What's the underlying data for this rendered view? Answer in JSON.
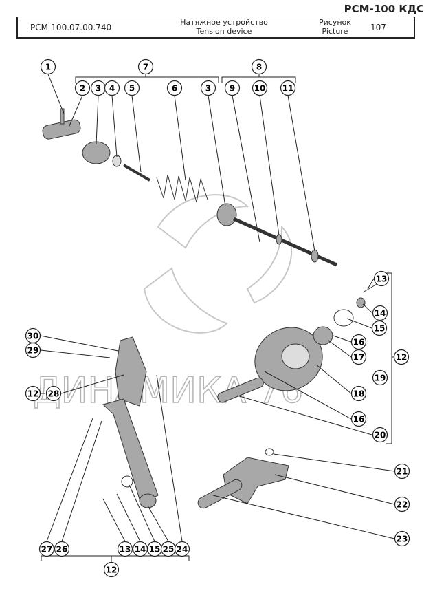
{
  "header": {
    "doc_code": "РСМ-100 КДС",
    "part_code": "РСМ-100.07.00.740",
    "title_ru": "Натяжное устройство",
    "title_en": "Tension device",
    "picture_label_ru": "Рисунок",
    "picture_label_en": "Picture",
    "picture_number": "107"
  },
  "watermark": "ДИНАМИКА 76",
  "callouts": [
    "1",
    "7",
    "8",
    "2",
    "3",
    "4",
    "5",
    "6",
    "3",
    "9",
    "10",
    "11",
    "13",
    "14",
    "15",
    "16",
    "17",
    "12",
    "19",
    "18",
    "16",
    "20",
    "21",
    "22",
    "23",
    "30",
    "29",
    "12",
    "28",
    "27",
    "26",
    "13",
    "14",
    "15",
    "25",
    "24",
    "12"
  ],
  "colors": {
    "line": "#222222",
    "part": "#9a9a9a",
    "watermark": "#bbbbbb"
  }
}
